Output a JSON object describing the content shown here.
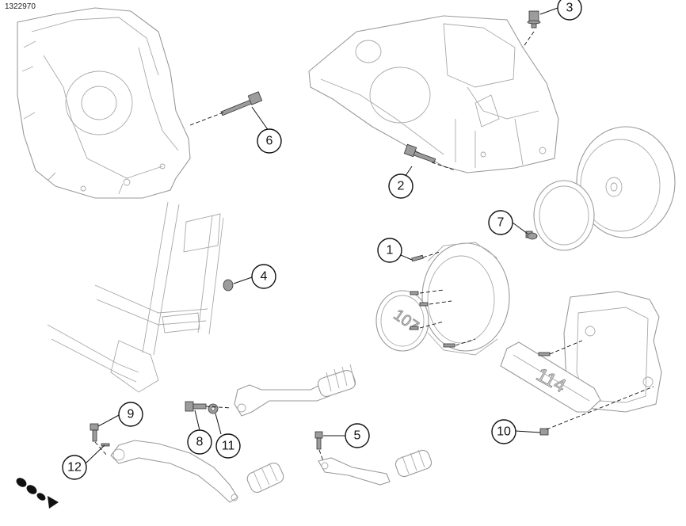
{
  "figure_id": "1322970",
  "callouts": [
    {
      "label": "1"
    },
    {
      "label": "2"
    },
    {
      "label": "3"
    },
    {
      "label": "4"
    },
    {
      "label": "5"
    },
    {
      "label": "6"
    },
    {
      "label": "7"
    },
    {
      "label": "8"
    },
    {
      "label": "9"
    },
    {
      "label": "10"
    },
    {
      "label": "11"
    },
    {
      "label": "12"
    }
  ],
  "decals": {
    "derby_cover": "107",
    "timer_cover": "114"
  },
  "icons": {
    "forward_arrow": "direction-arrow-icon"
  }
}
